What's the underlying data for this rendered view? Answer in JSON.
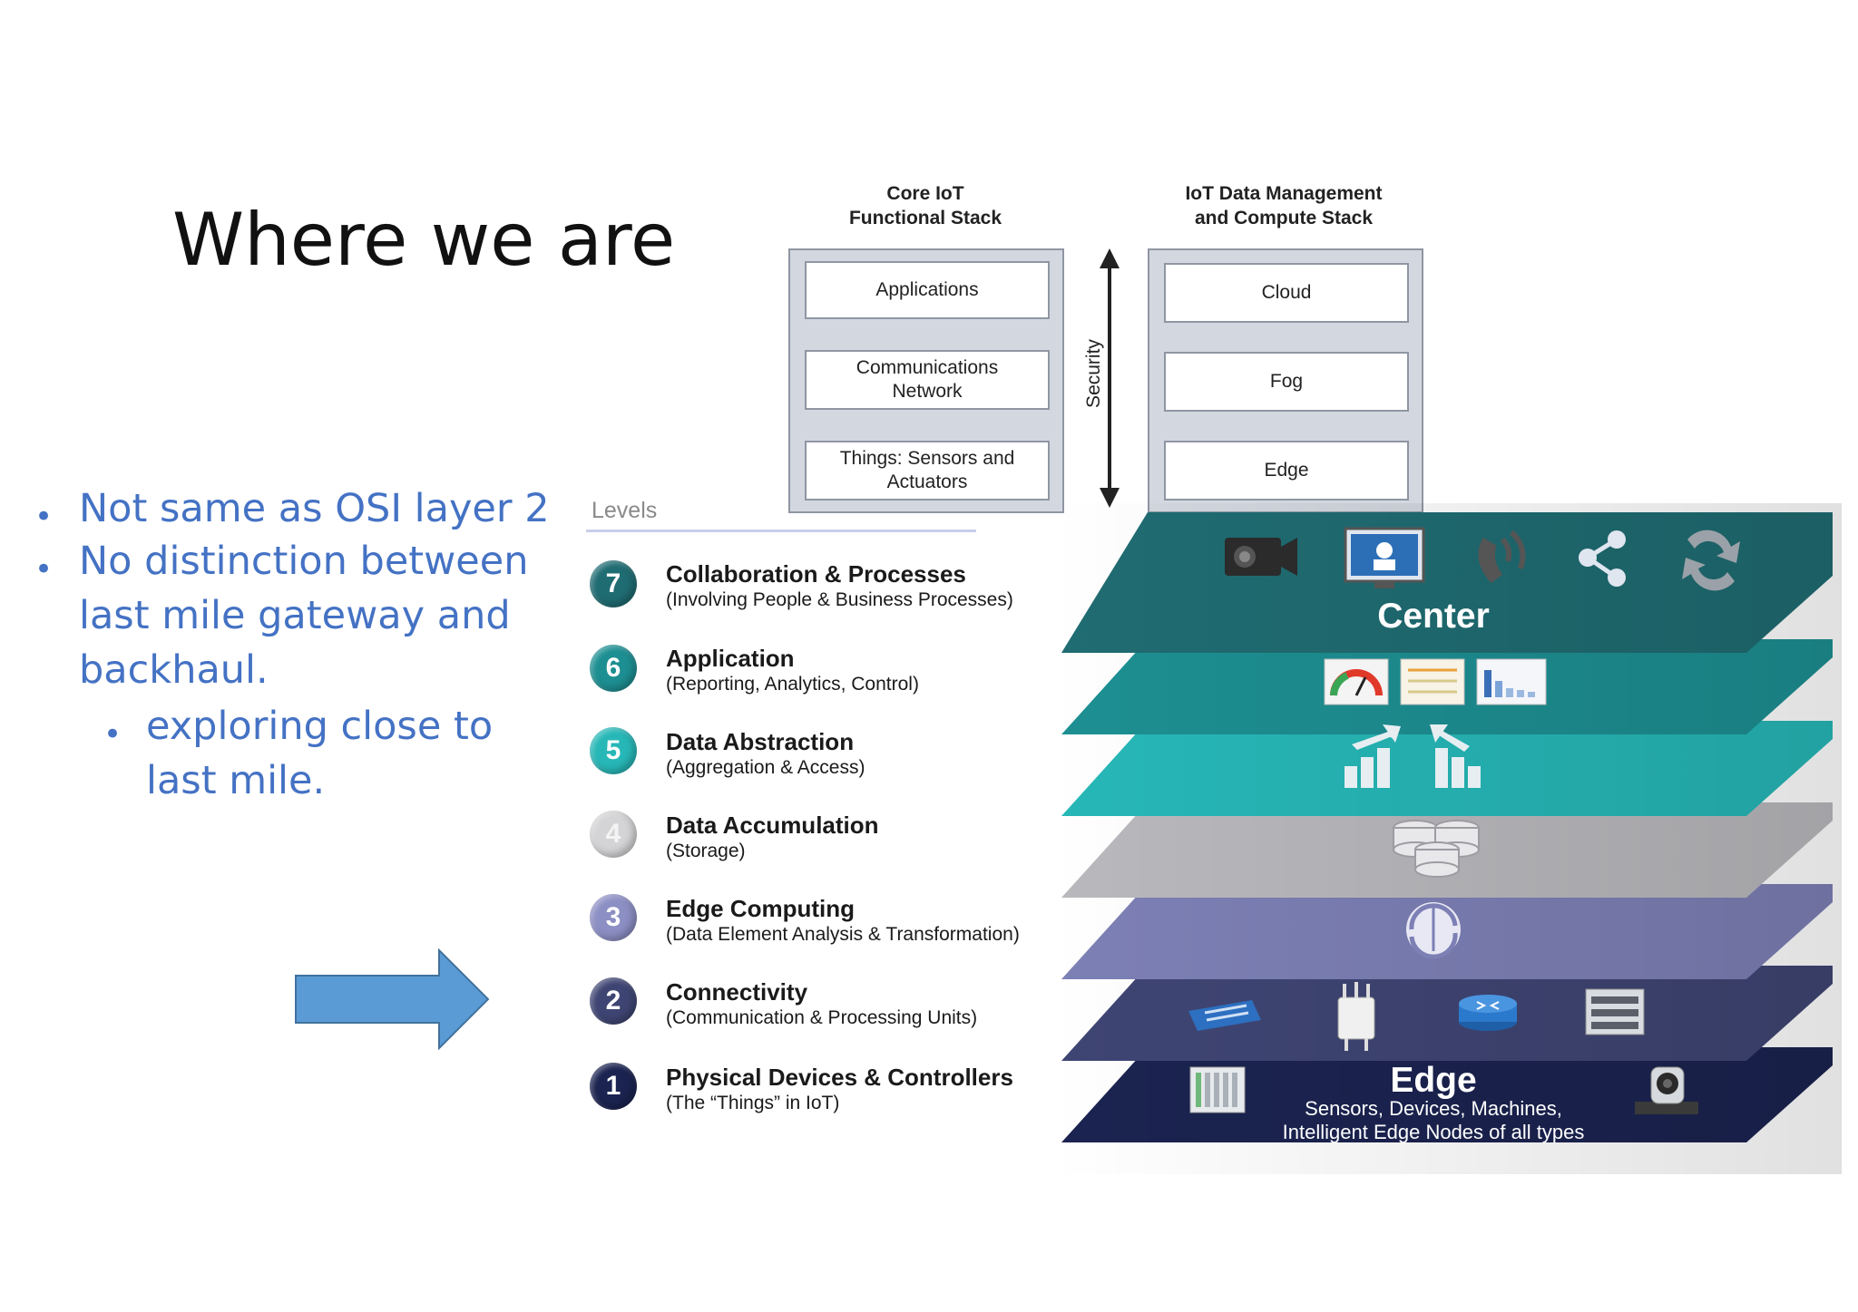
{
  "title": "Where we are",
  "bullets": [
    "Not same as OSI layer 2",
    "No distinction between last mile gateway and backhaul.",
    "exploring close to last mile."
  ],
  "bullet_lines": {
    "b1": "Not same as OSI layer 2",
    "b2_l1": "No distinction between",
    "b2_l2": "last mile gateway and",
    "b2_l3": "backhaul.",
    "b3_l1": "exploring close to",
    "b3_l2": "last mile."
  },
  "core_stack": {
    "heading_l1": "Core IoT",
    "heading_l2": "Functional Stack",
    "layers": [
      "Applications",
      "Communications Network",
      "Things: Sensors and Actuators"
    ],
    "comm_l1": "Communications",
    "comm_l2": "Network",
    "things_l1": "Things: Sensors and",
    "things_l2": "Actuators"
  },
  "security_label": "Security",
  "data_stack": {
    "heading_l1": "IoT Data Management",
    "heading_l2": "and Compute Stack",
    "layers": [
      "Cloud",
      "Fog",
      "Edge"
    ]
  },
  "levels_heading": "Levels",
  "levels": [
    {
      "num": "7",
      "title": "Collaboration & Processes",
      "sub": "(Involving People & Business Processes)",
      "color": "#1f6c72"
    },
    {
      "num": "6",
      "title": "Application",
      "sub": "(Reporting, Analytics, Control)",
      "color": "#1d8f92"
    },
    {
      "num": "5",
      "title": "Data Abstraction",
      "sub": "(Aggregation & Access)",
      "color": "#27b7b7"
    },
    {
      "num": "4",
      "title": "Data Accumulation",
      "sub": "(Storage)",
      "color": "#c9c9cc"
    },
    {
      "num": "3",
      "title": "Edge Computing",
      "sub": "(Data Element Analysis & Transformation)",
      "color": "#8c8fc4"
    },
    {
      "num": "2",
      "title": "Connectivity",
      "sub": "(Communication & Processing Units)",
      "color": "#3f4573"
    },
    {
      "num": "1",
      "title": "Physical Devices & Controllers",
      "sub": "(The “Things” in IoT)",
      "color": "#1b2350"
    }
  ],
  "layer_labels": {
    "center": "Center",
    "edge": "Edge",
    "edge_sub_l1": "Sensors, Devices, Machines,",
    "edge_sub_l2": "Intelligent Edge Nodes of all types"
  },
  "icons": [
    "video-camera-icon",
    "collaboration-monitor-icon",
    "phone-icon",
    "share-icon",
    "sync-icon",
    "gauge-dashboard-icon",
    "report-icon",
    "bar-chart-icon",
    "data-upload-icon",
    "data-aggregate-icon",
    "database-icon",
    "processing-globe-icon",
    "switch-icon",
    "access-point-icon",
    "router-icon",
    "server-icon",
    "controller-icon",
    "camera-icon"
  ],
  "colors": {
    "bullet_text": "#4472c4",
    "arrow_fill": "#5b9bd5",
    "layer7": "#1f6c72",
    "layer6": "#1d8f92",
    "layer5": "#27b7b7",
    "layer4": "#b9b9bd",
    "layer3": "#7d80b5",
    "layer2": "#3f4573",
    "layer1": "#1b2350"
  }
}
